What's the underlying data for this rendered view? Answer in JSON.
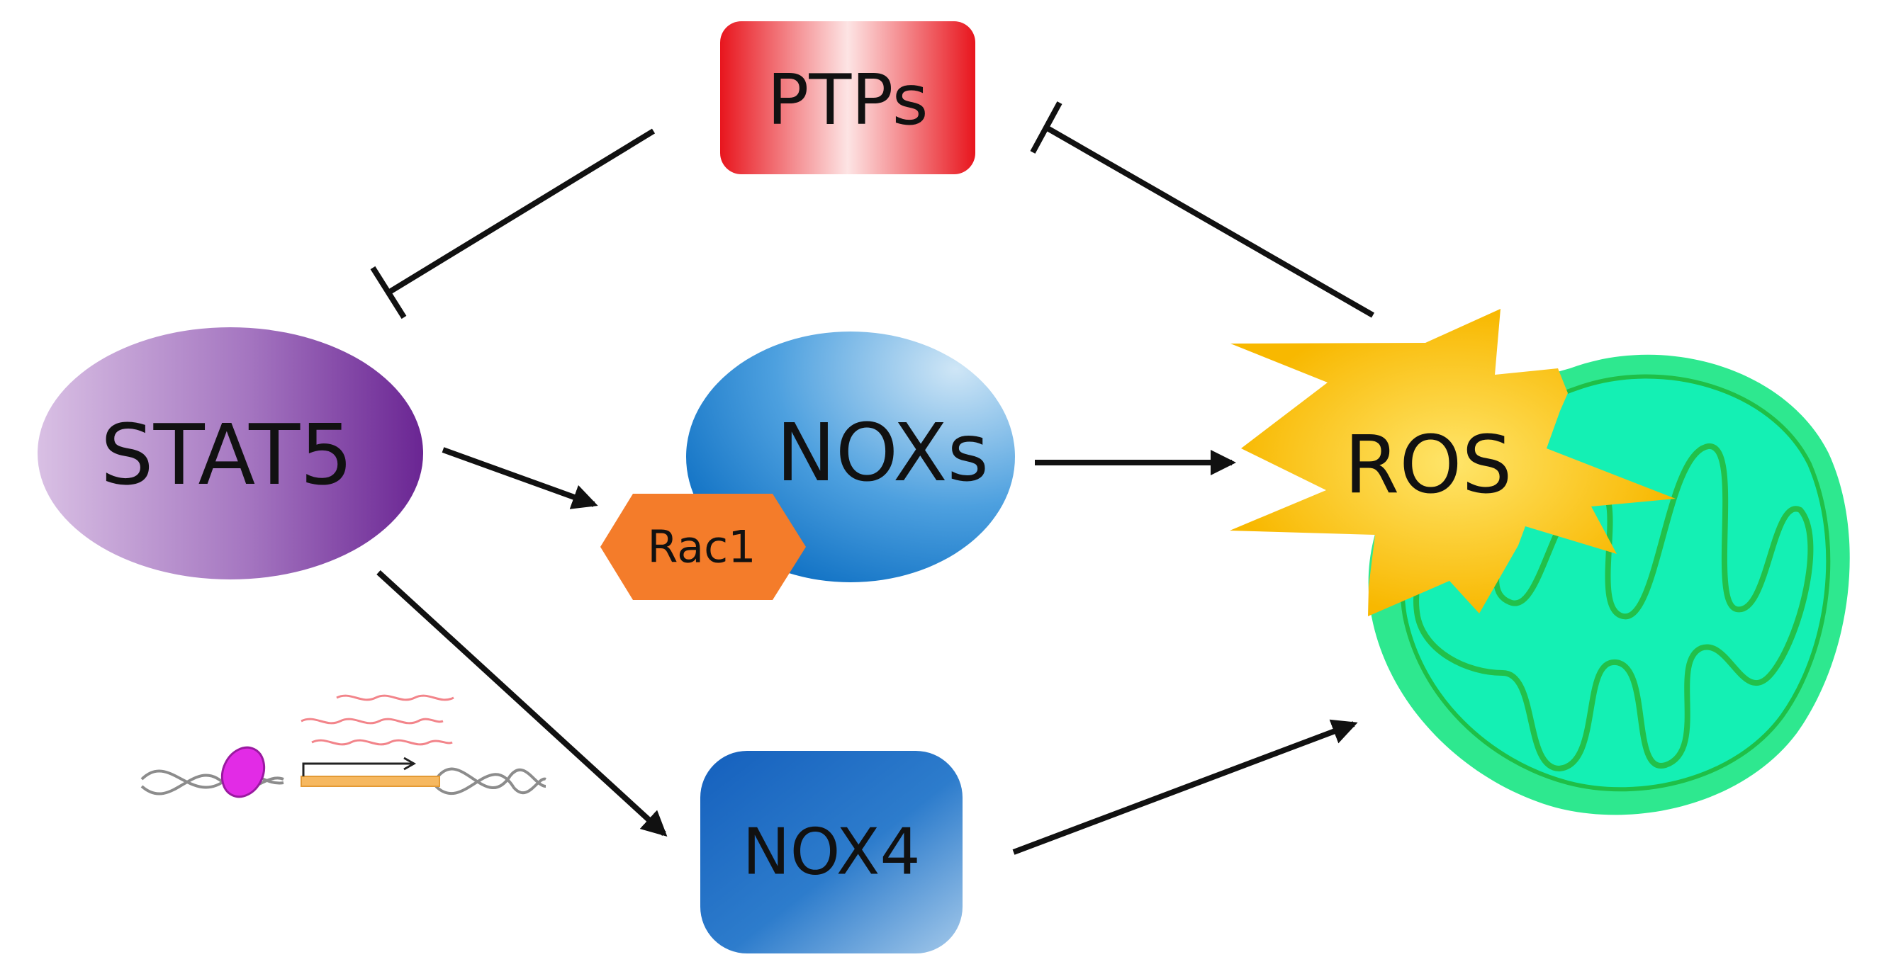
{
  "nodes": {
    "ptps": {
      "label": "PTPs",
      "color": "#e53935"
    },
    "stat5": {
      "label": "STAT5",
      "color": "#7b2fa3"
    },
    "noxs": {
      "label": "NOXs",
      "color": "#1e7ed0"
    },
    "rac1": {
      "label": "Rac1",
      "color": "#f47c2a"
    },
    "nox4": {
      "label": "NOX4",
      "color": "#1565c0"
    },
    "ros": {
      "label": "ROS",
      "color": "#ffc107"
    },
    "mitochondrion": {
      "color": "#2ee88f"
    }
  },
  "edges": [
    {
      "from": "PTPs",
      "to": "STAT5",
      "type": "inhibition"
    },
    {
      "from": "ROS",
      "to": "PTPs",
      "type": "inhibition"
    },
    {
      "from": "STAT5",
      "to": "NOXs",
      "type": "activation"
    },
    {
      "from": "NOXs",
      "to": "ROS",
      "type": "activation"
    },
    {
      "from": "STAT5",
      "to": "NOX4",
      "type": "activation"
    },
    {
      "from": "NOX4",
      "to": "mitochondrion",
      "type": "activation"
    }
  ]
}
